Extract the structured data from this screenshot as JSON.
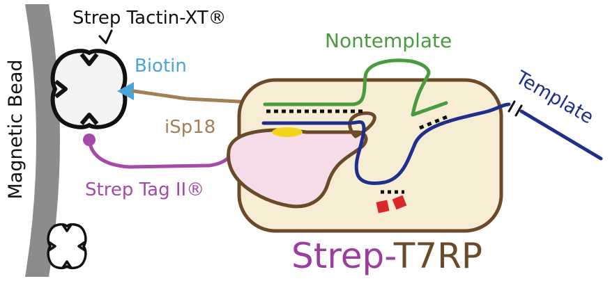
{
  "labels": {
    "magnetic_bead": "Magnetic Bead",
    "strep_tactin": "Strep Tactin-XT®",
    "biotin": "Biotin",
    "isp18": "iSp18",
    "strep_tag": "Strep Tag II®",
    "nontemplate": "Nontemplate",
    "template": "Template",
    "title_prefix": "Strep-",
    "title_suffix": "T7RP"
  },
  "colors": {
    "bead": "#8c8c8c",
    "outline": "#111111",
    "biotin": "#4aa3d9",
    "isp18_linker": "#a37f55",
    "strep_tag": "#a54aa6",
    "nontemplate": "#4a9a3f",
    "template": "#1f2f8a",
    "polymerase_fill": "#f7ecd4",
    "polymerase_outline": "#6b4a2a",
    "domain_fill": "#f6dce8",
    "title_prefix": "#9a3f9d",
    "title_suffix": "#6b4a2a",
    "rna_red": "#d9282b",
    "yellow": "#f2d21b"
  }
}
